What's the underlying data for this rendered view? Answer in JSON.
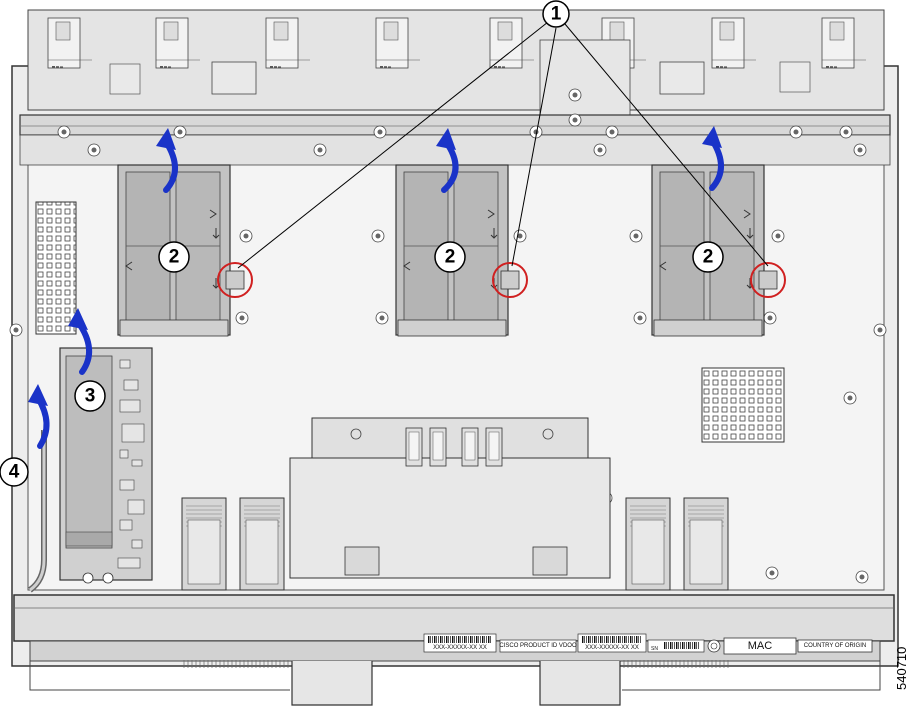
{
  "callouts": [
    {
      "number": "1"
    },
    {
      "number": "2"
    },
    {
      "number": "3"
    },
    {
      "number": "4"
    }
  ],
  "board_labels": {
    "mac": "MAC",
    "country_of_origin": "COUNTRY OF ORIGIN",
    "product_id": "CISCO PRODUCT ID VDOO",
    "serial_a": "XXX-XXXXX-XX XX",
    "serial_b": "XXX-XXXXX-XX XX",
    "sn": "SN"
  },
  "figure_id": "540710",
  "colors": {
    "arrow": "#1a33c8",
    "highlight_ring": "#d02020",
    "chassis_fill": "#e9e9e9",
    "chassis_stroke": "#333333",
    "module_fill": "#bdbdbd"
  }
}
